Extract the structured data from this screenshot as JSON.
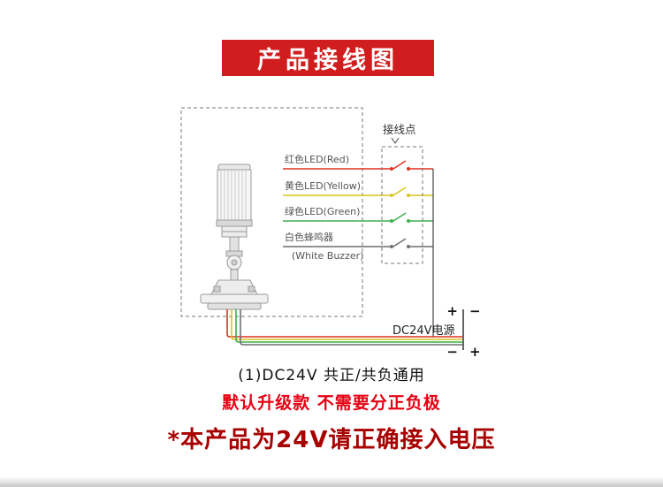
{
  "banner": {
    "title": "产品接线图",
    "bg_color": "#d01e1f"
  },
  "diagram": {
    "connection_point_label": "接线点",
    "wires": [
      {
        "name": "red-led",
        "label": "红色LED(Red)",
        "color": "#e03022"
      },
      {
        "name": "yellow-led",
        "label": "黄色LED(Yellow)",
        "color": "#d6c41e"
      },
      {
        "name": "green-led",
        "label": "绿色LED(Green)",
        "color": "#3cb04b"
      },
      {
        "name": "white-buzzer",
        "label": "白色蜂鸣器",
        "label_sub": "(White Buzzer)",
        "color": "#6f6f6f"
      }
    ],
    "power": {
      "label": "DC24V电源",
      "top_left": "+",
      "top_right": "−",
      "bottom_left": "−",
      "bottom_right": "+"
    }
  },
  "captions": {
    "wiring_mode": "(1)DC24V 共正/共负通用",
    "note_red": "默认升级款 不需要分正负极",
    "warning": "*本产品为24V请正确接入电压"
  }
}
